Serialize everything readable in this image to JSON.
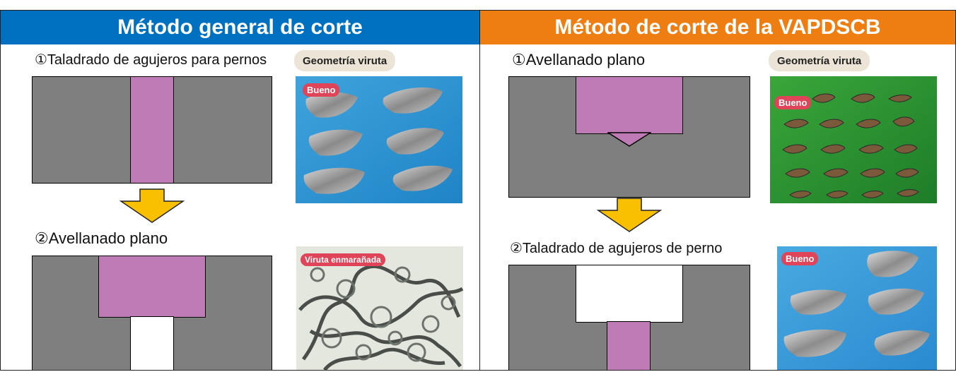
{
  "colors": {
    "left_header": "#0070c0",
    "right_header": "#ee7d12",
    "workpiece": "#7f7f7f",
    "cut": "#bf7bb5",
    "arrow": "#f8c000",
    "badge": "#e04458"
  },
  "left": {
    "title": "Método general de corte",
    "step1": "①Taladrado de agujeros para pernos",
    "step2": "②Avellanado plano",
    "chip_label": "Geometría viruta",
    "badge1": "Bueno",
    "badge2": "Viruta enmarañada"
  },
  "right": {
    "title": "Método de corte de la VAPDSCB",
    "step1": "①Avellanado plano",
    "step2": "②Taladrado de agujeros de perno",
    "chip_label": "Geometría viruta",
    "badge1": "Bueno",
    "badge2": "Bueno"
  },
  "icons": {
    "down_arrow": "down-arrow-icon"
  }
}
